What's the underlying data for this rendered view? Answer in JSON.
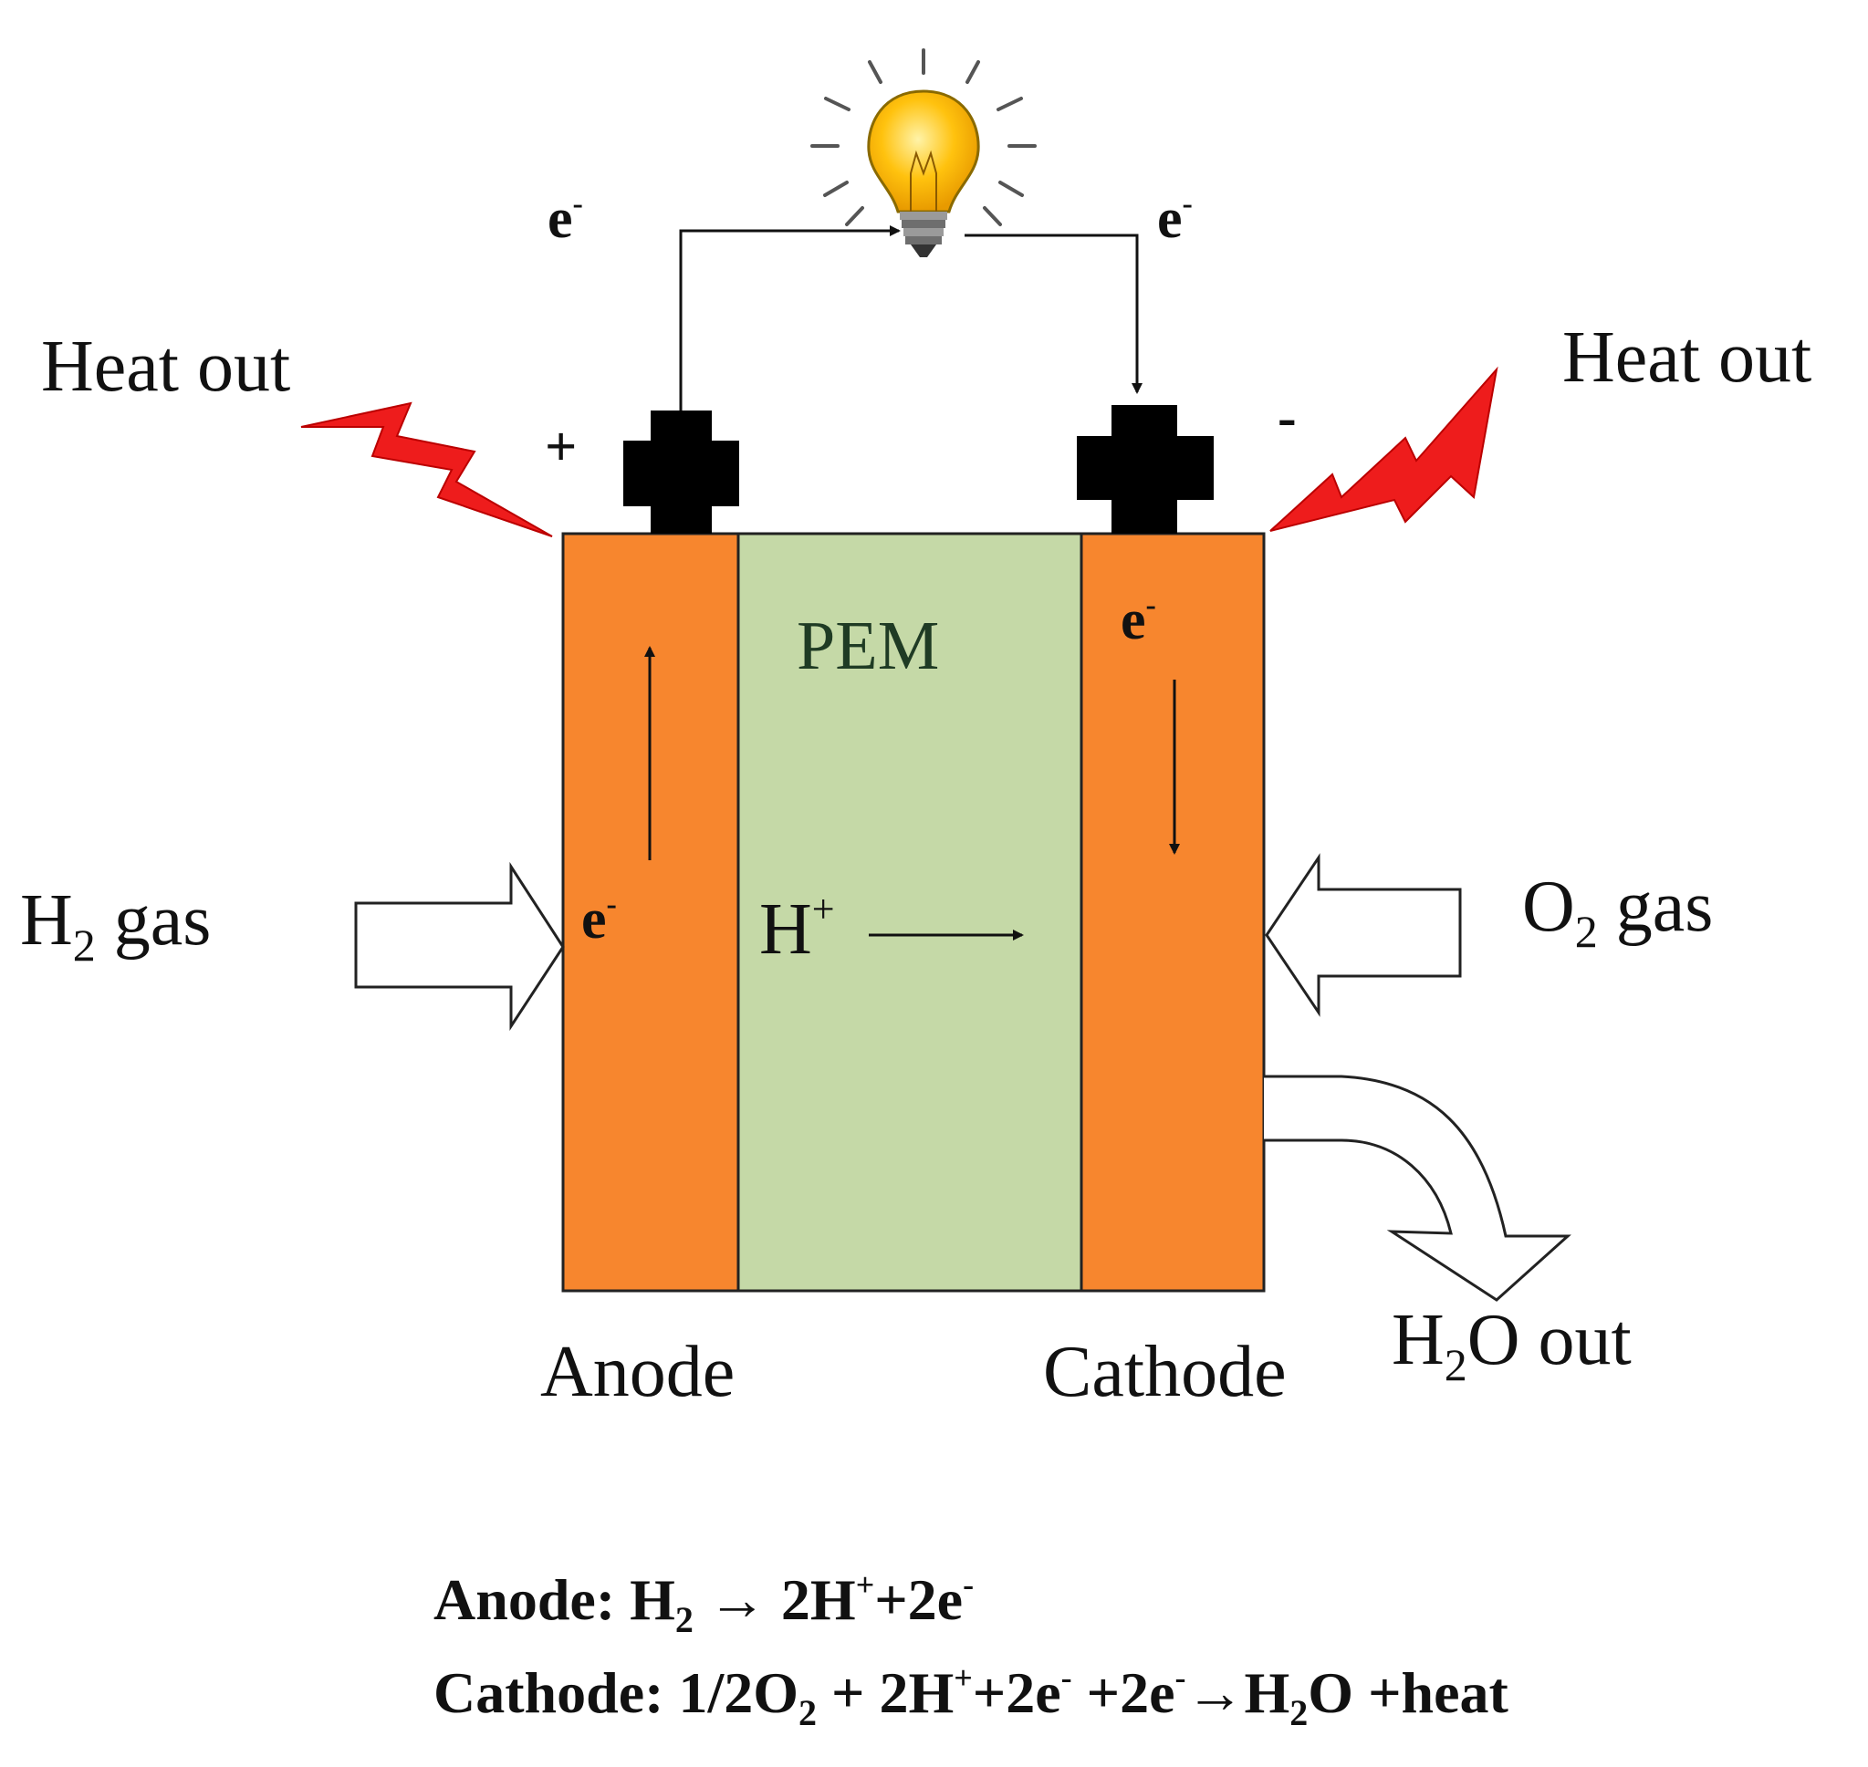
{
  "labels": {
    "heat_out_left": "Heat out",
    "heat_out_right": "Heat out",
    "plus": "+",
    "minus": "-",
    "electron": "e",
    "electron_sup": "-",
    "pem": "PEM",
    "h_ion": "H",
    "h_ion_sup": "+",
    "h2_gas": {
      "main": "H",
      "sub": "2",
      "rest": " gas"
    },
    "o2_gas": {
      "main": "O",
      "sub": "2",
      "rest": " gas"
    },
    "h2o_out": {
      "main": "H",
      "sub": "2",
      "rest": "O out"
    },
    "anode": "Anode",
    "cathode": "Cathode"
  },
  "equations": {
    "anode": {
      "prefix": "Anode:  H",
      "sub1": "2",
      "mid": " → 2H",
      "sup1": "+",
      "tail": "+2e",
      "sup2": "-"
    },
    "cathode": {
      "prefix": "Cathode:  1/2O",
      "sub1": "2",
      "mid": " +  2H",
      "sup1": "+",
      "mid2": "+2e",
      "sup2": "-",
      "mid3": " +2e",
      "sup3": "-",
      "mid4": "→H",
      "sub2": "2",
      "tail": "O +heat"
    }
  },
  "colors": {
    "electrode": "#f7862e",
    "membrane": "#c5d9a7",
    "terminal": "#000000",
    "heat": "#ee1c1c",
    "bulb": "#ffc20e"
  },
  "icons": {
    "bulb": "light-bulb-icon",
    "heat": "lightning-bolt-icon",
    "terminal": "terminal-icon"
  }
}
